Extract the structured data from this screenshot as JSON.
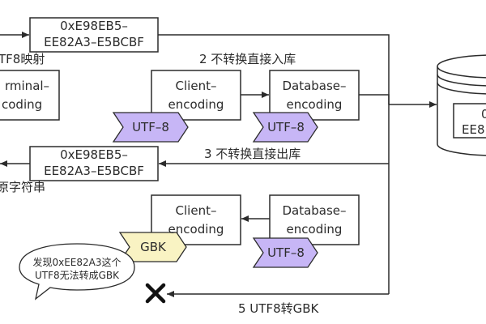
{
  "boxes": {
    "hex_top": [
      "0xE98EB5–",
      "EE82A3–E5BCBF"
    ],
    "terminal": [
      "rminal–",
      "coding"
    ],
    "client_top": [
      "Client–",
      "encoding"
    ],
    "database_top": [
      "Database–",
      "encoding"
    ],
    "hex_mid": [
      "0xE98EB5–",
      "EE82A3–E5BCBF"
    ],
    "client_bottom": [
      "Client–",
      "encoding"
    ],
    "database_bottom": [
      "Database–",
      "encoding"
    ],
    "cylinder": [
      "0",
      "EE8"
    ]
  },
  "tags": {
    "utf8_client": "UTF–8",
    "utf8_db_top": "UTF–8",
    "gbk": "GBK",
    "utf8_db_bottom": "UTF–8"
  },
  "labels": {
    "utf8_mapping": "TF8映射",
    "step2": "2 不转换直接入库",
    "step3": "3 不转换直接出库",
    "original_string": "原字符串",
    "step5": "5 UTF8转GBK"
  },
  "callout": [
    "发现0xEE82A3这个",
    "UTF8无法转成GBK"
  ],
  "colors": {
    "stroke": "#2b2b2b",
    "tag_purple": "#c7b6f6",
    "tag_yellow": "#f9f3c3",
    "background": "#ffffff"
  },
  "icons": {
    "error_mark": "x-cross-icon"
  }
}
